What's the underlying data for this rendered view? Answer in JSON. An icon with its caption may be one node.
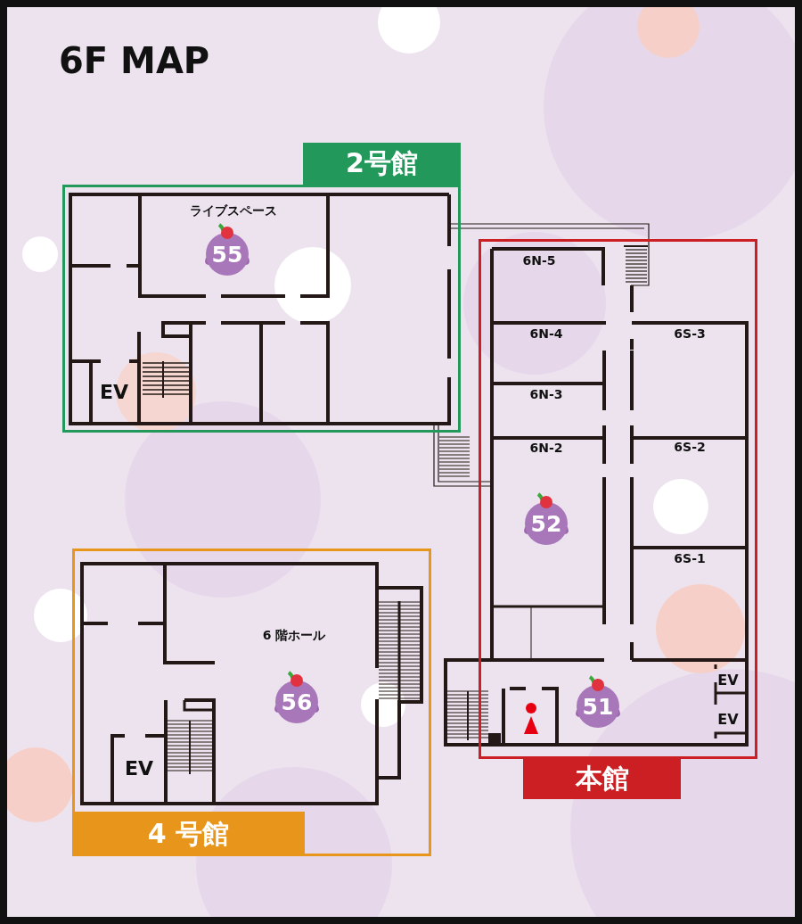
{
  "diagram": {
    "title": "6F MAP",
    "nodes": [
      {
        "text": [
          "2号館"
        ]
      },
      {
        "text": [
          "55"
        ],
        "in": 0
      },
      {
        "text": [
          "本館"
        ]
      },
      {
        "text": [
          "52"
        ],
        "in": 2
      },
      {
        "text": [
          "51"
        ],
        "in": 2
      },
      {
        "text": [
          "4 号館"
        ]
      },
      {
        "text": [
          "56"
        ],
        "in": 5
      }
    ],
    "labels": [
      "ライブスペース",
      "EV",
      "6N-5",
      "6N-4",
      "6S-3",
      "6N-3",
      "6N-2",
      "6S-2",
      "6S-1",
      "EV",
      "EV",
      "6 階ホール",
      "EV"
    ]
  }
}
